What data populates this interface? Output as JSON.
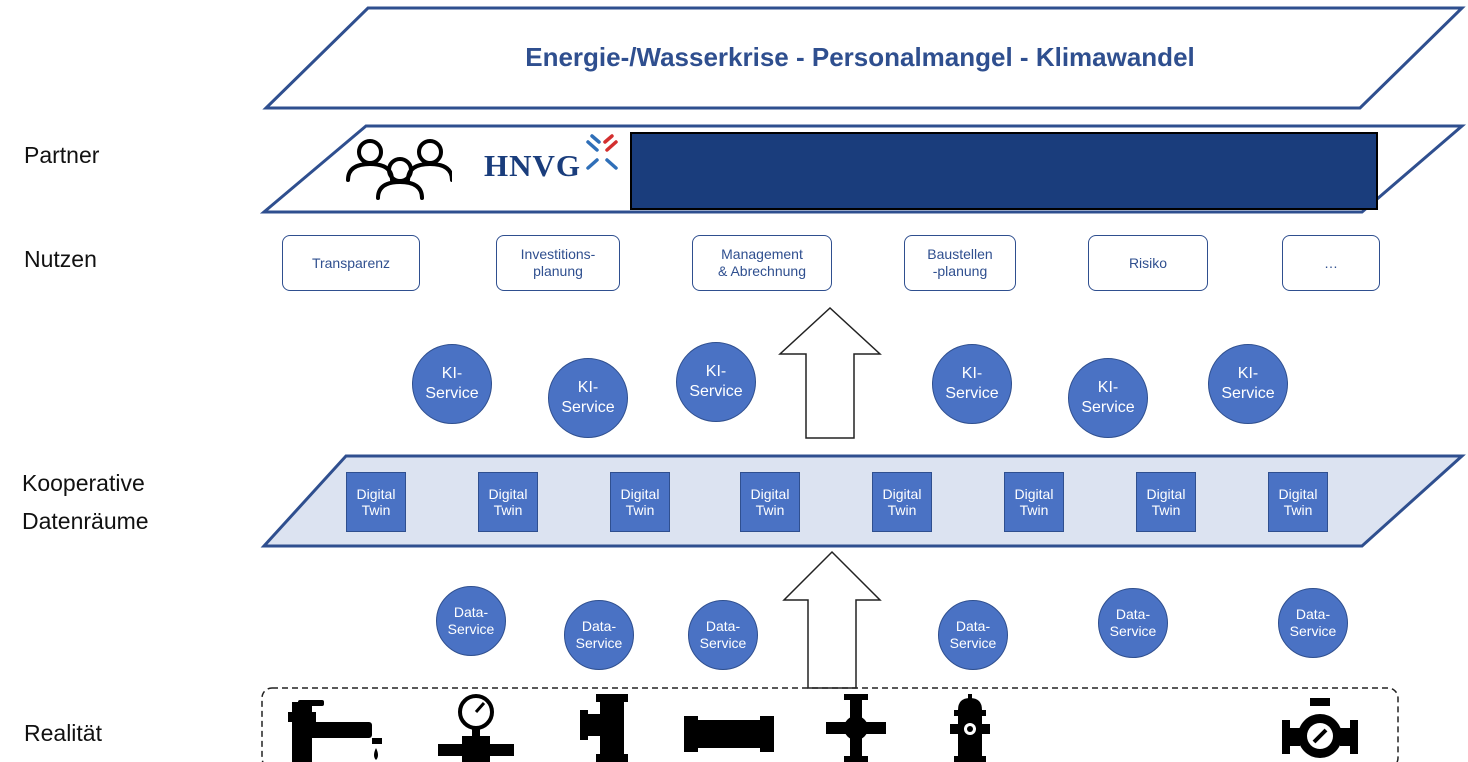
{
  "banner": {
    "title": "Energie-/Wasserkrise - Personalmangel - Klimawandel"
  },
  "rows": {
    "partner": "Partner",
    "nutzen": "Nutzen",
    "kooperative_line1": "Kooperative",
    "kooperative_line2": "Datenräume",
    "realitaet": "Realität"
  },
  "partner_logo": "HNVG",
  "benefits": [
    "Transparenz",
    "Investitions-\nplanung",
    "Management\n& Abrechnung",
    "Baustellen\n-planung",
    "Risiko",
    "…"
  ],
  "ki_services": [
    "KI-\nService",
    "KI-\nService",
    "KI-\nService",
    "KI-\nService",
    "KI-\nService",
    "KI-\nService"
  ],
  "digital_twins": [
    "Digital\nTwin",
    "Digital\nTwin",
    "Digital\nTwin",
    "Digital\nTwin",
    "Digital\nTwin",
    "Digital\nTwin",
    "Digital\nTwin",
    "Digital\nTwin"
  ],
  "data_services": [
    "Data-\nService",
    "Data-\nService",
    "Data-\nService",
    "Data-\nService",
    "Data-\nService",
    "Data-\nService"
  ],
  "reality_icons": [
    "faucet-icon",
    "pressure-gauge-icon",
    "tee-fitting-icon",
    "pipe-coupling-icon",
    "cross-fitting-icon",
    "hydrant-icon",
    "pump-icon"
  ],
  "colors": {
    "accent": "#2F4F8F",
    "node_fill": "#4A72C4",
    "band_fill": "#DCE3F1",
    "partner_box": "#1A3D7C",
    "logo_red": "#D32F2F"
  }
}
